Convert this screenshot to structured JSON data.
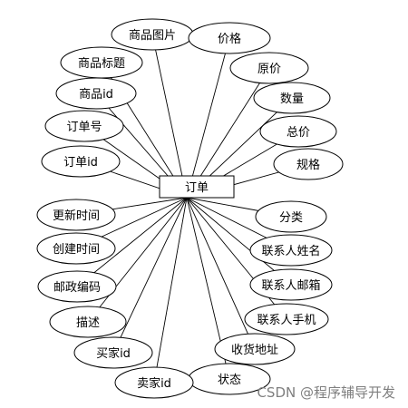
{
  "entity": {
    "label": "订单"
  },
  "attributes": [
    "商品图片",
    "价格",
    "原价",
    "数量",
    "总价",
    "规格",
    "分类",
    "联系人姓名",
    "联系人邮箱",
    "联系人手机",
    "收货地址",
    "状态",
    "卖家id",
    "买家id",
    "描述",
    "邮政编码",
    "创建时间",
    "更新时间",
    "订单id",
    "订单号",
    "商品id",
    "商品标题"
  ],
  "watermark": {
    "text": "CSDN @程序辅导开发"
  }
}
